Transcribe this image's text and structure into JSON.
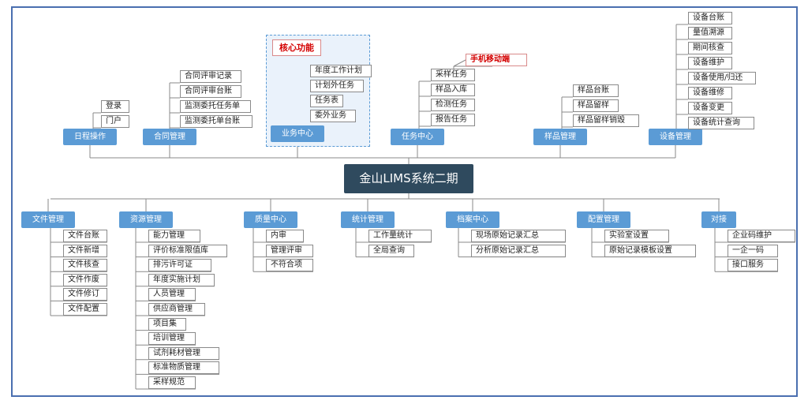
{
  "root": "金山LIMS系统二期",
  "core_label": "核心功能",
  "top": [
    {
      "label": "日程操作",
      "items": [
        "登录",
        "门户"
      ]
    },
    {
      "label": "合同管理",
      "items": [
        "合同评审记录",
        "合同评审台账",
        "监测委托任务单",
        "监测委托单台账"
      ]
    },
    {
      "label": "业务中心",
      "items": [
        "年度工作计划",
        "计划外任务",
        "任务表",
        "委外业务"
      ]
    },
    {
      "label": "任务中心",
      "items": [
        "手机移动端",
        "采样任务",
        "样品入库",
        "检测任务",
        "报告任务"
      ]
    },
    {
      "label": "样品管理",
      "items": [
        "样品台账",
        "样品留样",
        "样品留样销毁"
      ]
    },
    {
      "label": "设备管理",
      "items": [
        "设备台账",
        "量值溯源",
        "期间核查",
        "设备维护",
        "设备使用/归还",
        "设备维修",
        "设备变更",
        "设备统计查询"
      ]
    }
  ],
  "bottom": [
    {
      "label": "文件管理",
      "items": [
        "文件台账",
        "文件新增",
        "文件核查",
        "文件作废",
        "文件修订",
        "文件配置"
      ]
    },
    {
      "label": "资源管理",
      "items": [
        "能力管理",
        "评价标准限值库",
        "排污许可证",
        "年度实施计划",
        "人员管理",
        "供应商管理",
        "项目集",
        "培训管理",
        "试剂耗材管理",
        "标准物质管理",
        "采样规范"
      ]
    },
    {
      "label": "质量中心",
      "items": [
        "内审",
        "管理评审",
        "不符合项"
      ]
    },
    {
      "label": "统计管理",
      "items": [
        "工作量统计",
        "全局查询"
      ]
    },
    {
      "label": "档案中心",
      "items": [
        "现场原始记录汇总",
        "分析原始记录汇总"
      ]
    },
    {
      "label": "配置管理",
      "items": [
        "实验室设置",
        "原始记录模板设置"
      ]
    },
    {
      "label": "对接",
      "items": [
        "企业码维护",
        "一企一码",
        "接口服务"
      ]
    }
  ],
  "colors": {
    "branch": "#5b9bd5",
    "root": "#2f4a5e",
    "highlight": "#d40000",
    "line": "#8a8a8a"
  }
}
